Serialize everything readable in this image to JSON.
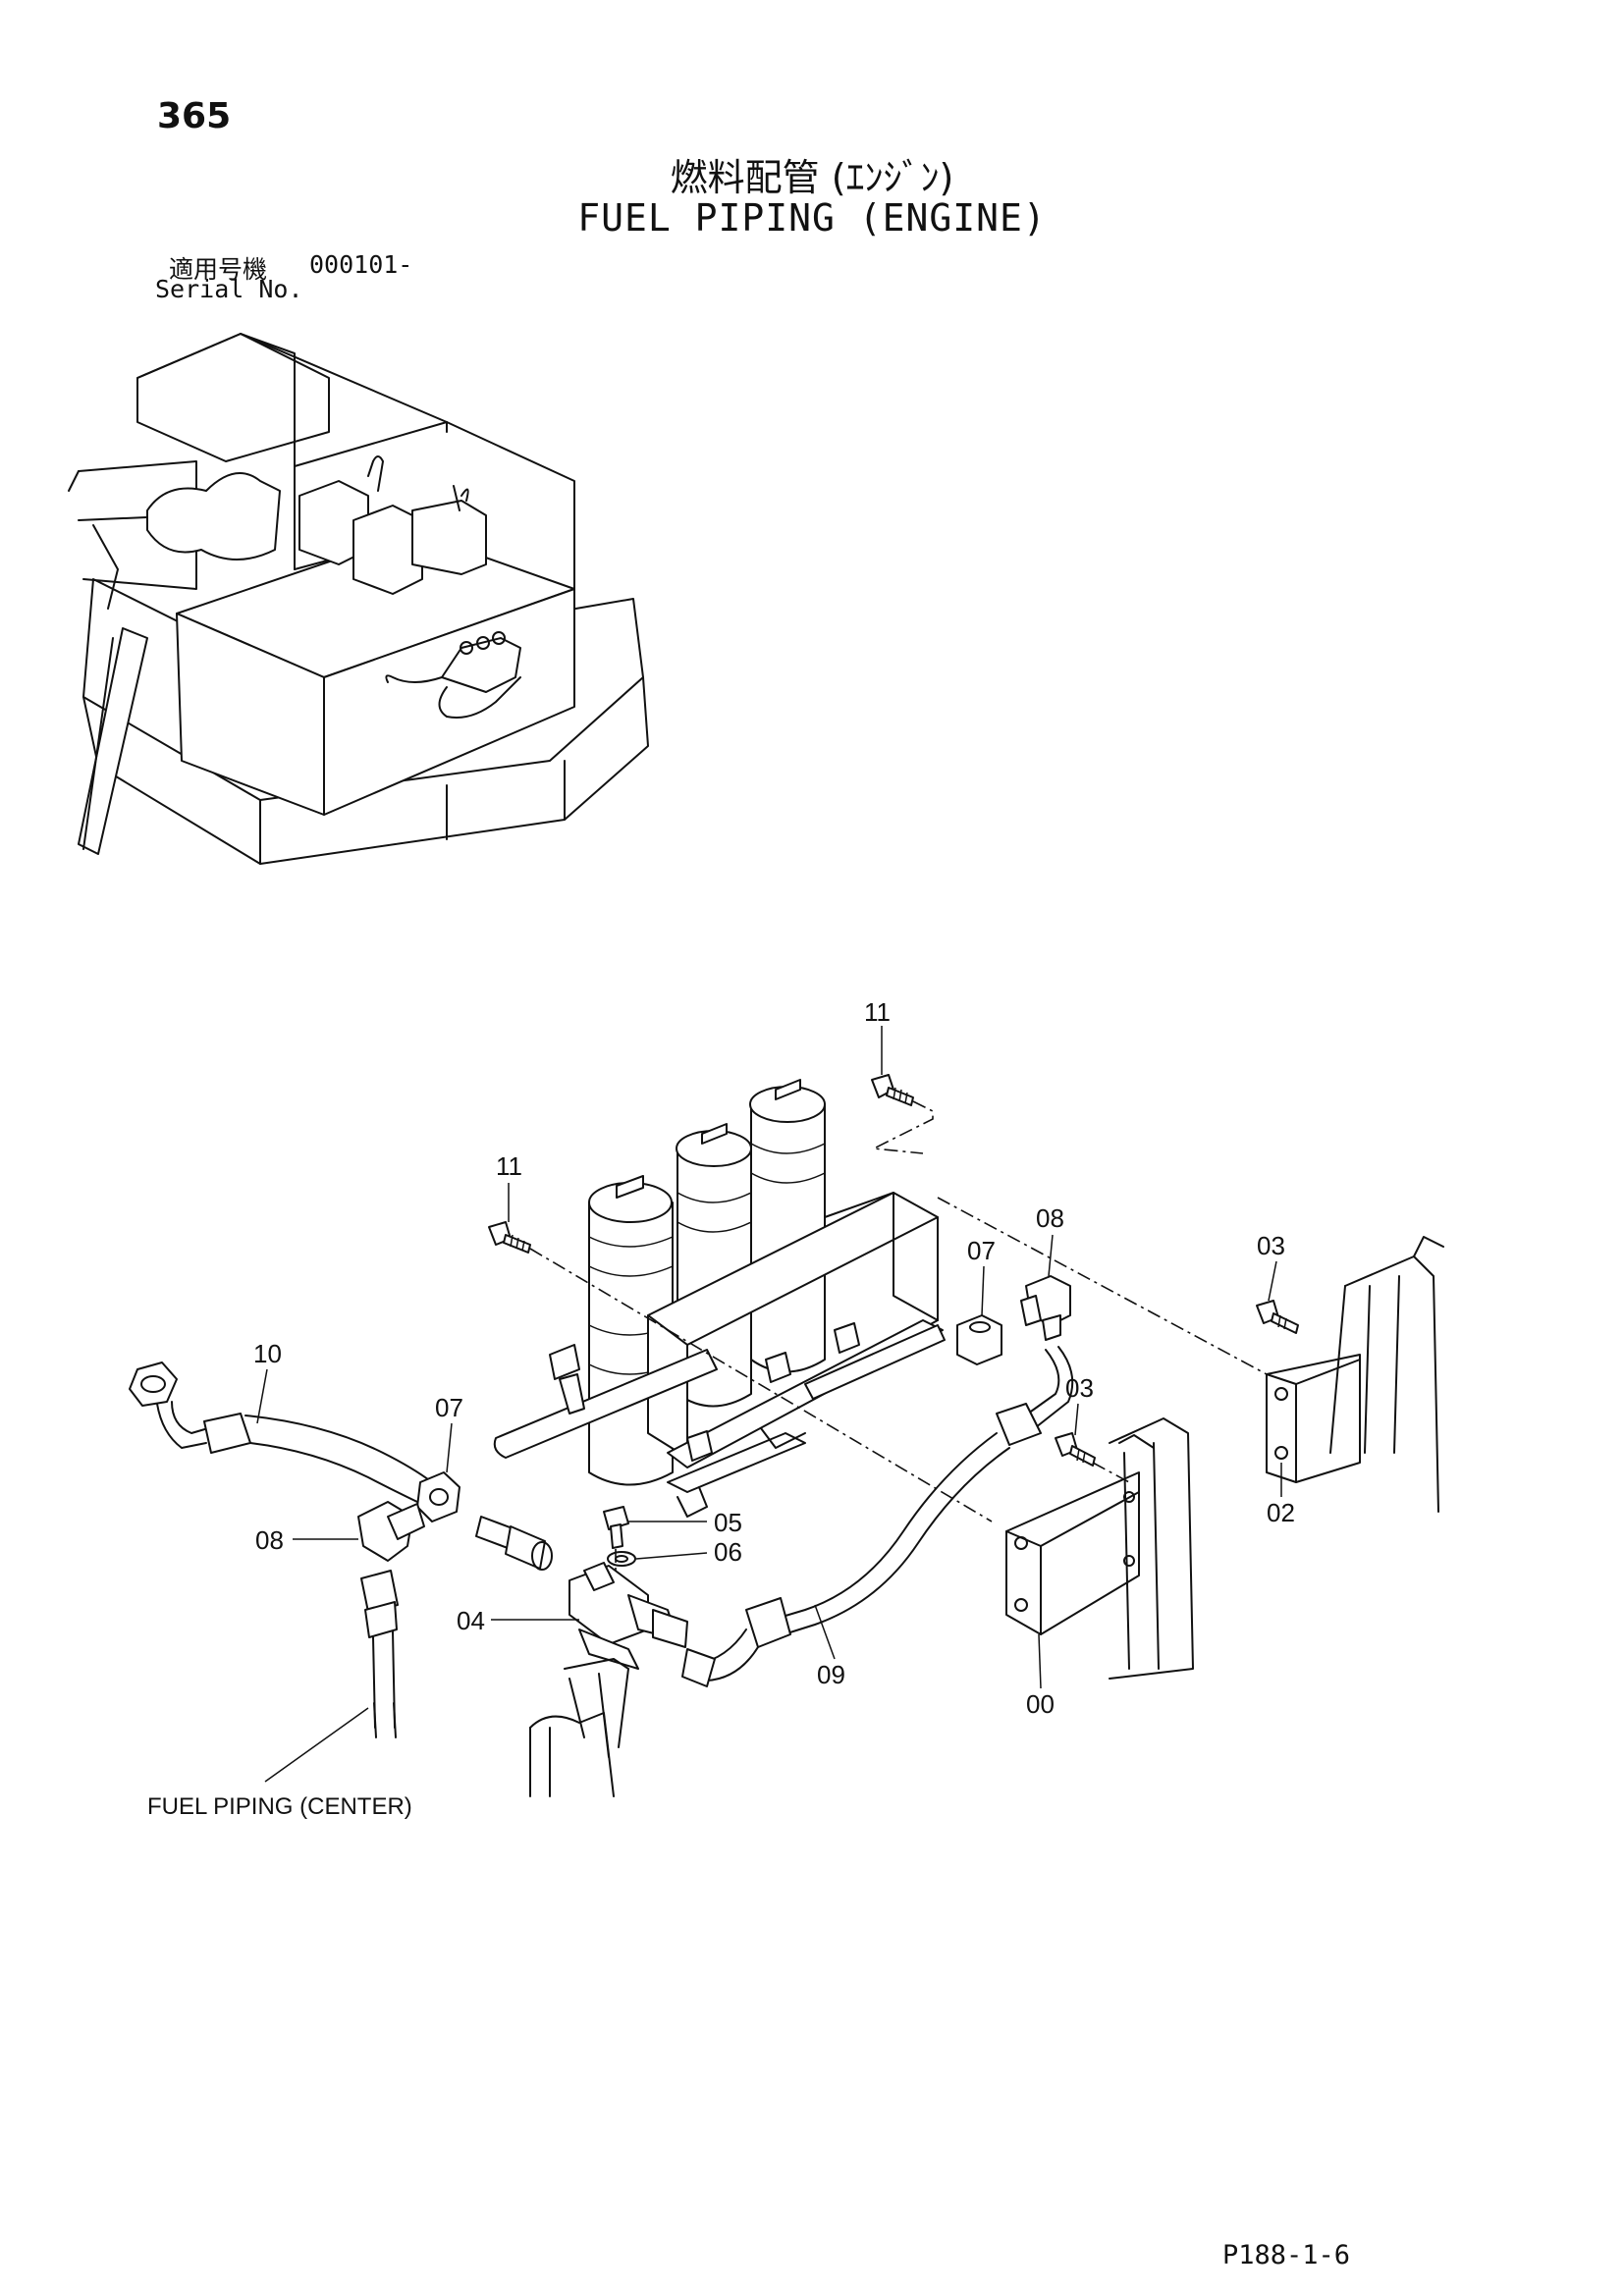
{
  "page": {
    "number": "365",
    "title_jp": "燃料配管 (ｴﾝｼﾞﾝ)",
    "title_en": "FUEL PIPING (ENGINE)",
    "serial_label_jp": "適用号機",
    "serial_label_en": "Serial No.",
    "serial_value": "000101-",
    "footer_code": "P188-1-6"
  },
  "callouts": [
    {
      "id": "c-11a",
      "text": "11"
    },
    {
      "id": "c-11b",
      "text": "11"
    },
    {
      "id": "c-08a",
      "text": "08"
    },
    {
      "id": "c-07a",
      "text": "07"
    },
    {
      "id": "c-03a",
      "text": "03"
    },
    {
      "id": "c-10",
      "text": "10"
    },
    {
      "id": "c-07b",
      "text": "07"
    },
    {
      "id": "c-03b",
      "text": "03"
    },
    {
      "id": "c-08b",
      "text": "08"
    },
    {
      "id": "c-05",
      "text": "05"
    },
    {
      "id": "c-06",
      "text": "06"
    },
    {
      "id": "c-04",
      "text": "04"
    },
    {
      "id": "c-09",
      "text": "09"
    },
    {
      "id": "c-00",
      "text": "00"
    },
    {
      "id": "c-02",
      "text": "02"
    }
  ],
  "notes": {
    "fuel_piping_center": "FUEL PIPING (CENTER)"
  }
}
